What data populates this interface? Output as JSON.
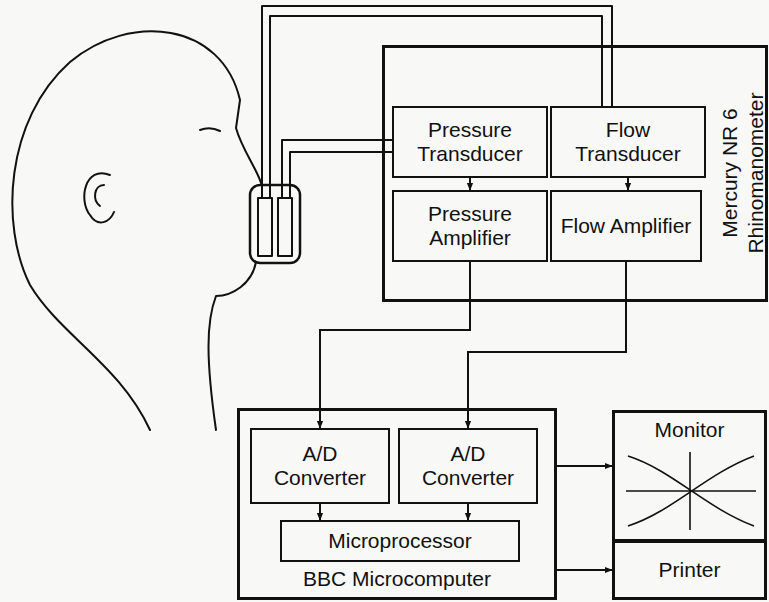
{
  "diagram": {
    "nodes": [
      {
        "text": [
          "Mercury NR 6 Rhinomanometer"
        ]
      },
      {
        "text": [
          "Pressure Transducer"
        ],
        "in": 0
      },
      {
        "text": [
          "Flow Transducer"
        ],
        "in": 0
      },
      {
        "text": [
          "Pressure Amplifier"
        ],
        "in": 0
      },
      {
        "text": [
          "Flow Amplifier"
        ],
        "in": 0
      },
      {
        "text": [
          "BBC Microcomputer"
        ]
      },
      {
        "text": [
          "A/D Converter"
        ],
        "in": 5
      },
      {
        "text": [
          "A/D Converter"
        ],
        "in": 5
      },
      {
        "text": [
          "Microprocessor"
        ],
        "in": 5
      },
      {
        "text": [
          "Monitor"
        ]
      },
      {
        "text": [
          "Printer"
        ]
      }
    ],
    "edges": [
      {
        "from": 1,
        "to": 3,
        "arrow": "to"
      },
      {
        "from": 2,
        "to": 4,
        "arrow": "to"
      },
      {
        "from": 3,
        "to": 6,
        "arrow": "to"
      },
      {
        "from": 4,
        "to": 7,
        "arrow": "to"
      },
      {
        "from": 6,
        "to": 8,
        "arrow": "to"
      },
      {
        "from": 7,
        "to": 8,
        "arrow": "to"
      },
      {
        "from": 5,
        "to": 9,
        "arrow": "to"
      },
      {
        "from": 5,
        "to": 10,
        "arrow": "to"
      }
    ]
  }
}
